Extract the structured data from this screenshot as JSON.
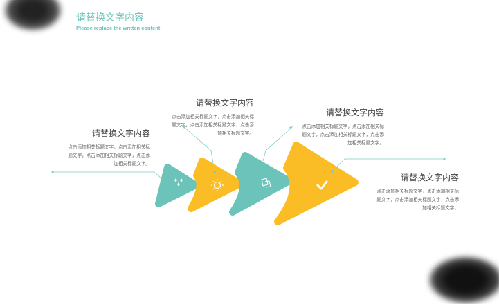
{
  "header": {
    "title": "请替换文字内容",
    "subtitle": "Please replace the written content"
  },
  "blocks": [
    {
      "title": "请替换文字内容",
      "body": "点击添加相关标题文字，点击添加相关标题文字，点击添加相关标题文字，点击添加相关标题文字。"
    },
    {
      "title": "请替换文字内容",
      "body": "点击添加相关标题文字，点击添加相关标题文字，点击添加相关标题文字，点击添加相关标题文字。"
    },
    {
      "title": "请替换文字内容",
      "body": "点击添加相关标题文字，点击添加相关标题文字，点击添加相关标题文字，点击添加相关标题文字。"
    },
    {
      "title": "请替换文字内容",
      "body": "点击添加相关标题文字，点击添加相关标题文字，点击添加相关标题文字，点击添加相关标题文字。"
    }
  ],
  "steps": [
    {
      "icon": "water-drops-icon",
      "color": "#6cc3b9"
    },
    {
      "icon": "sun-icon",
      "color": "#fbbd25"
    },
    {
      "icon": "cards-icon",
      "color": "#6cc3b9"
    },
    {
      "icon": "check-icon",
      "color": "#fbbd25"
    }
  ]
}
